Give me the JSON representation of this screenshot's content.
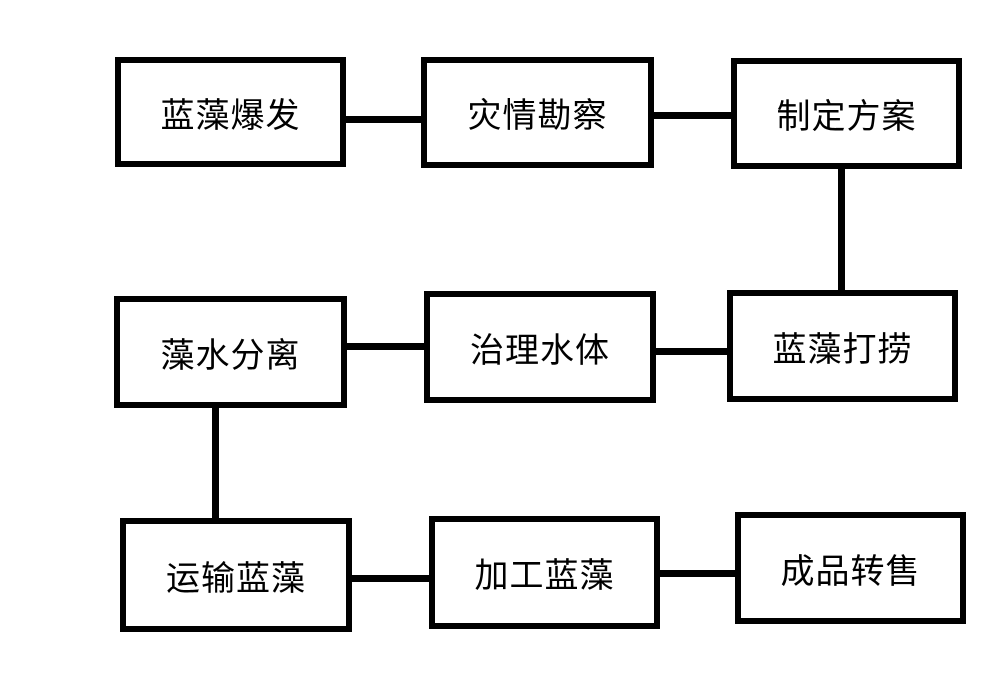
{
  "diagram": {
    "type": "process-flowchart",
    "line_color": "#000000",
    "box_border_color": "#000000",
    "nodes": [
      {
        "id": "n1",
        "label": "蓝藻爆发"
      },
      {
        "id": "n2",
        "label": "灾情勘察"
      },
      {
        "id": "n3",
        "label": "制定方案"
      },
      {
        "id": "n4",
        "label": "蓝藻打捞"
      },
      {
        "id": "n5",
        "label": "治理水体"
      },
      {
        "id": "n6",
        "label": "藻水分离"
      },
      {
        "id": "n7",
        "label": "运输蓝藻"
      },
      {
        "id": "n8",
        "label": "加工蓝藻"
      },
      {
        "id": "n9",
        "label": "成品转售"
      }
    ],
    "edges": [
      {
        "from": "n1",
        "to": "n2"
      },
      {
        "from": "n2",
        "to": "n3"
      },
      {
        "from": "n3",
        "to": "n4"
      },
      {
        "from": "n4",
        "to": "n5"
      },
      {
        "from": "n5",
        "to": "n6"
      },
      {
        "from": "n6",
        "to": "n7"
      },
      {
        "from": "n7",
        "to": "n8"
      },
      {
        "from": "n8",
        "to": "n9"
      }
    ]
  }
}
